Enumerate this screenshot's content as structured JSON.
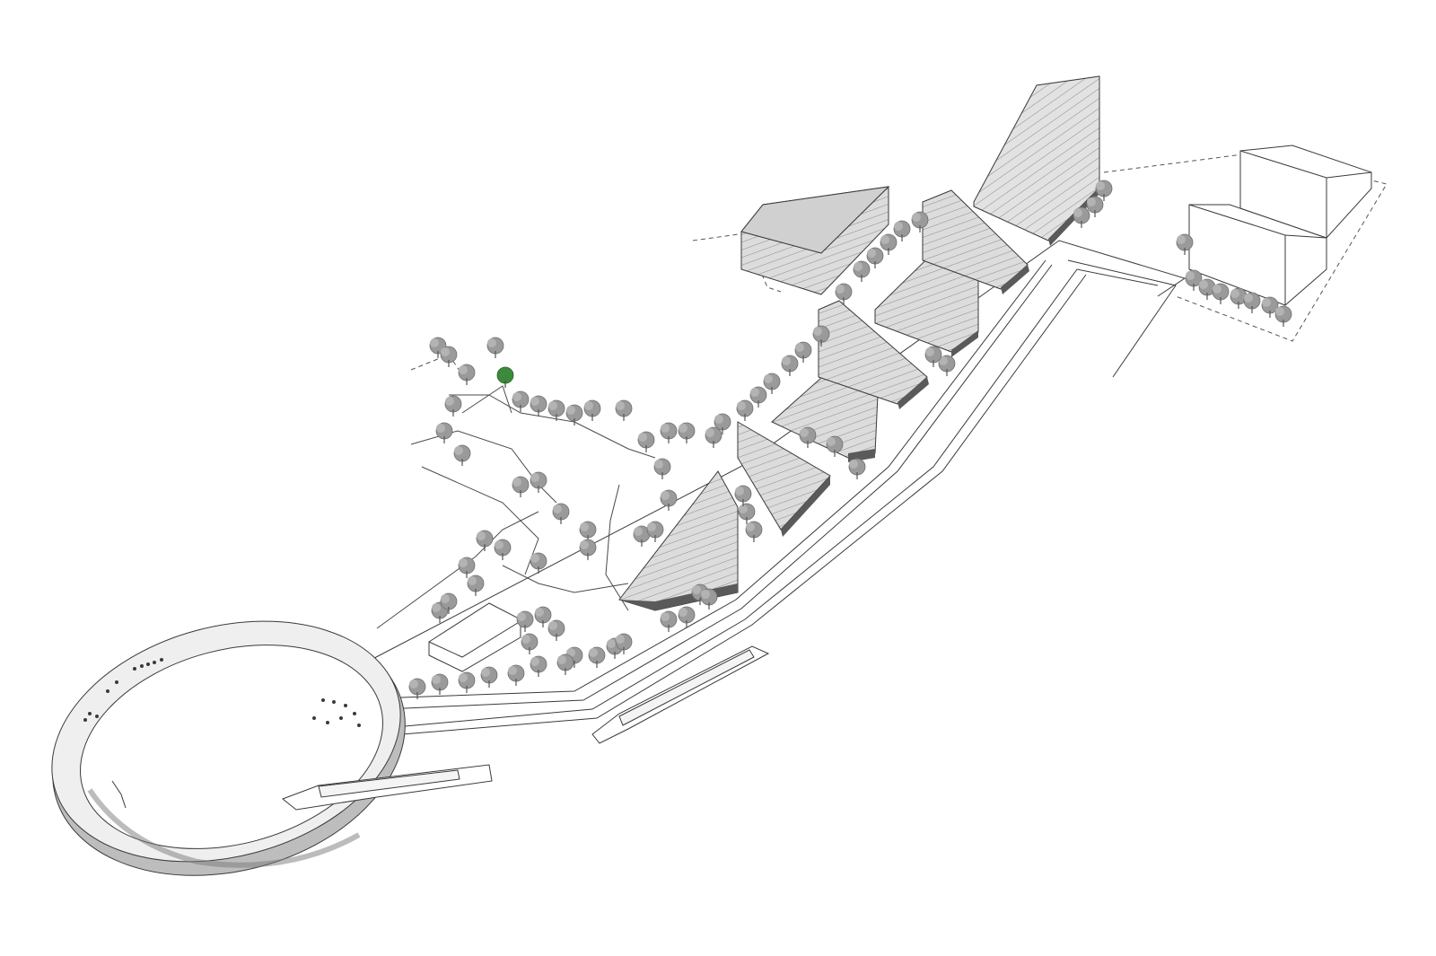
{
  "drawing": {
    "kind": "axonometric site plan",
    "style": "monochrome line drawing",
    "colors": {
      "background": "#ffffff",
      "line": "#3a3a3a",
      "building_face": "#d9d9d9",
      "building_light": "#ececec",
      "building_dark": "#5a5a5a",
      "tree": "#8a8a8a",
      "tree_highlight": "#3d8a3d",
      "ring": "#efefef",
      "ring_shadow": "#bdbdbd"
    },
    "elements": {
      "towers": 7,
      "blocks": 2,
      "boats": 2,
      "ring_pier": 1,
      "pavilion": 1
    }
  }
}
